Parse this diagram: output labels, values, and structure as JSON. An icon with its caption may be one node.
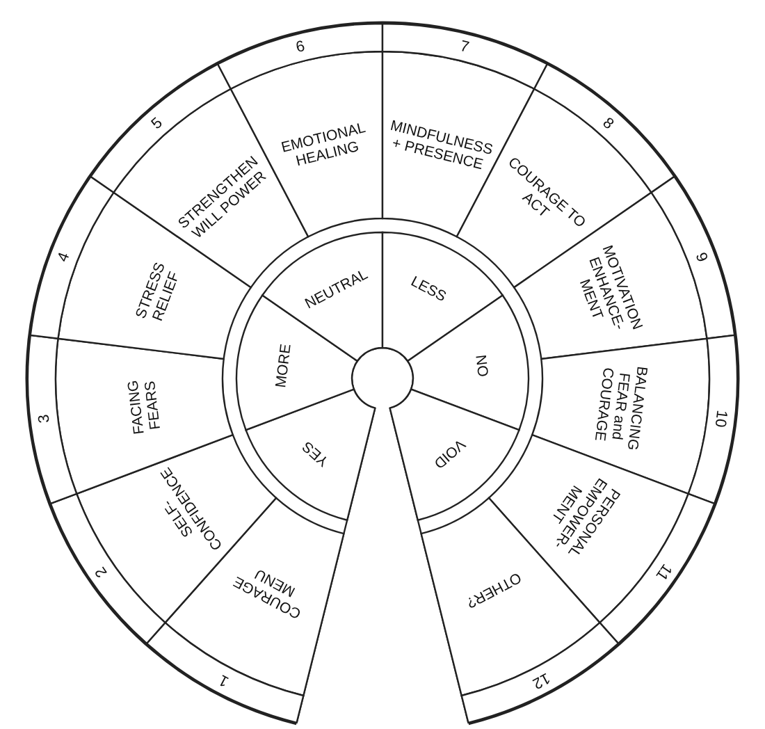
{
  "diagram": {
    "nodes": [
      {
        "text": [
          "COURAGE MENU"
        ],
        "beside": [
          "1"
        ]
      },
      {
        "text": [
          "SELF-CONFIDENCE"
        ],
        "beside": [
          "2"
        ]
      },
      {
        "text": [
          "FACING FEARS"
        ],
        "beside": [
          "3"
        ]
      },
      {
        "text": [
          "STRESS RELIEF"
        ],
        "beside": [
          "4"
        ]
      },
      {
        "text": [
          "STRENGTHEN WILL POWER"
        ],
        "beside": [
          "5"
        ]
      },
      {
        "text": [
          "EMOTIONAL HEALING"
        ],
        "beside": [
          "6"
        ]
      },
      {
        "text": [
          "MINDFULNESS + PRESENCE"
        ],
        "beside": [
          "7"
        ]
      },
      {
        "text": [
          "COURAGE TO ACT"
        ],
        "beside": [
          "8"
        ]
      },
      {
        "text": [
          "MOTIVATION ENHANCE-MENT"
        ],
        "beside": [
          "9"
        ]
      },
      {
        "text": [
          "BALANCING FEAR and COURAGE"
        ],
        "beside": [
          "10"
        ]
      },
      {
        "text": [
          "PERSONAL EMPOWER-MENT"
        ],
        "beside": [
          "11"
        ]
      },
      {
        "text": [
          "OTHER?"
        ],
        "beside": [
          "12"
        ]
      },
      {
        "text": [
          "YES"
        ]
      },
      {
        "text": [
          "MORE"
        ]
      },
      {
        "text": [
          "NEUTRAL"
        ]
      },
      {
        "text": [
          "LESS"
        ]
      },
      {
        "text": [
          "NO"
        ]
      },
      {
        "text": [
          "VOID"
        ]
      }
    ]
  }
}
